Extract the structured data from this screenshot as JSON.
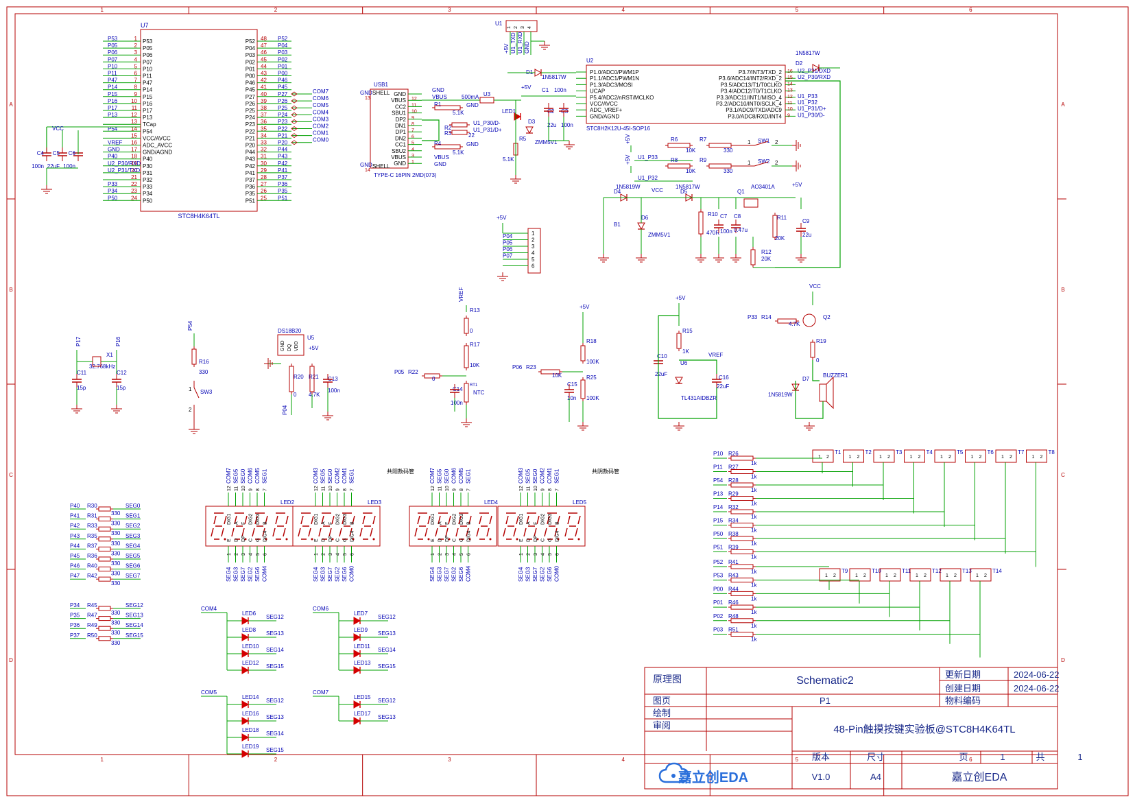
{
  "colors": {
    "frame": "#b40000",
    "wire": "#00a000",
    "label": "#0000b4",
    "part": "#000000",
    "tb_text": "#1a2a8a",
    "logo": "#2a6fdb"
  },
  "frame": {
    "cols": [
      "1",
      "2",
      "3",
      "4",
      "5",
      "6"
    ],
    "rows": [
      "A",
      "B",
      "C",
      "D"
    ]
  },
  "title_block": {
    "type_label": "原理图",
    "title": "Schematic2",
    "update_label": "更新日期",
    "update_date": "2024-06-22",
    "create_label": "创建日期",
    "create_date": "2024-06-22",
    "page_label": "图页",
    "page_value": "P1",
    "material_label": "物料编码",
    "draw_label": "绘制",
    "review_label": "审阅",
    "project": "48-Pin触摸按键实验板@STC8H4K64TL",
    "version_label": "版本",
    "size_label": "尺寸",
    "page_of_label": "页",
    "page_no": "1",
    "total_label": "共",
    "total_no": "1",
    "version": "V1.0",
    "size": "A4",
    "company": "嘉立创EDA",
    "logo_text": "嘉立创EDA",
    "logo_icon": "cloud-logo-icon"
  },
  "u7": {
    "ref": "U7",
    "part": "STC8H4K64TL",
    "left_pins": [
      {
        "net": "P53",
        "num": "1",
        "name": "P53"
      },
      {
        "net": "P05",
        "num": "2",
        "name": "P05"
      },
      {
        "net": "P06",
        "num": "3",
        "name": "P06"
      },
      {
        "net": "P07",
        "num": "4",
        "name": "P07"
      },
      {
        "net": "P10",
        "num": "5",
        "name": "P10"
      },
      {
        "net": "P11",
        "num": "6",
        "name": "P11"
      },
      {
        "net": "P47",
        "num": "7",
        "name": "P47"
      },
      {
        "net": "P14",
        "num": "8",
        "name": "P14"
      },
      {
        "net": "P15",
        "num": "9",
        "name": "P15"
      },
      {
        "net": "P16",
        "num": "10",
        "name": "P16"
      },
      {
        "net": "P17",
        "num": "11",
        "name": "P17"
      },
      {
        "net": "P13",
        "num": "12",
        "name": "P13"
      },
      {
        "net": "",
        "num": "13",
        "name": "TCap"
      },
      {
        "net": "P54",
        "num": "14",
        "name": "P54"
      },
      {
        "net": "",
        "num": "15",
        "name": "VCC/AVCC"
      },
      {
        "net": "VREF",
        "num": "16",
        "name": "ADC_AVCC"
      },
      {
        "net": "GND",
        "num": "17",
        "name": "GND/AGND"
      },
      {
        "net": "P40",
        "num": "18",
        "name": "P40"
      },
      {
        "net": "U2_P30/RXD",
        "num": "19",
        "name": "P30"
      },
      {
        "net": "U2_P31/TXD",
        "num": "20",
        "name": "P31"
      },
      {
        "net": "",
        "num": "21",
        "name": "P32"
      },
      {
        "net": "P33",
        "num": "22",
        "name": "P33"
      },
      {
        "net": "P34",
        "num": "23",
        "name": "P34"
      },
      {
        "net": "P50",
        "num": "24",
        "name": "P50"
      }
    ],
    "right_pins": [
      {
        "net": "P52",
        "num": "48",
        "name": "P52"
      },
      {
        "net": "P04",
        "num": "47",
        "name": "P04"
      },
      {
        "net": "P03",
        "num": "46",
        "name": "P03"
      },
      {
        "net": "P02",
        "num": "45",
        "name": "P02"
      },
      {
        "net": "P01",
        "num": "44",
        "name": "P01"
      },
      {
        "net": "P00",
        "num": "43",
        "name": "P00"
      },
      {
        "net": "P46",
        "num": "42",
        "name": "P46"
      },
      {
        "net": "P45",
        "num": "41",
        "name": "P45"
      },
      {
        "net": "P27",
        "num": "40",
        "name": "P27"
      },
      {
        "net": "P26",
        "num": "39",
        "name": "P26"
      },
      {
        "net": "P25",
        "num": "38",
        "name": "P25"
      },
      {
        "net": "P24",
        "num": "37",
        "name": "P24"
      },
      {
        "net": "P23",
        "num": "36",
        "name": "P23"
      },
      {
        "net": "P22",
        "num": "35",
        "name": "P22"
      },
      {
        "net": "P21",
        "num": "34",
        "name": "P21"
      },
      {
        "net": "P20",
        "num": "33",
        "name": "P20"
      },
      {
        "net": "P44",
        "num": "32",
        "name": "P44"
      },
      {
        "net": "P43",
        "num": "31",
        "name": "P43"
      },
      {
        "net": "P42",
        "num": "30",
        "name": "P42"
      },
      {
        "net": "P41",
        "num": "29",
        "name": "P41"
      },
      {
        "net": "P37",
        "num": "28",
        "name": "P37"
      },
      {
        "net": "P36",
        "num": "27",
        "name": "P36"
      },
      {
        "net": "P35",
        "num": "26",
        "name": "P35"
      },
      {
        "net": "P51",
        "num": "25",
        "name": "P51"
      }
    ],
    "com_nets": [
      "COM7",
      "COM6",
      "COM5",
      "COM4",
      "COM3",
      "COM2",
      "COM1",
      "COM0"
    ],
    "caps": [
      {
        "ref": "C4",
        "val": "100n"
      },
      {
        "ref": "C5",
        "val": "22uF"
      },
      {
        "ref": "C6",
        "val": "100n"
      }
    ],
    "vcc": "VCC"
  },
  "usb": {
    "ref": "USB1",
    "part": "TYPE-C 16PIN 2MD(073)",
    "left_pins": [
      "SHELL",
      "GND",
      "SHELL"
    ],
    "left_nums": [
      "13",
      "14"
    ],
    "right_pins": [
      {
        "name": "GND",
        "num": ""
      },
      {
        "name": "VBUS",
        "num": "12"
      },
      {
        "name": "CC2",
        "num": "11"
      },
      {
        "name": "SBU1",
        "num": "10"
      },
      {
        "name": "DP2",
        "num": "9"
      },
      {
        "name": "DN1",
        "num": "8"
      },
      {
        "name": "DP1",
        "num": "7"
      },
      {
        "name": "DN2",
        "num": "6"
      },
      {
        "name": "CC1",
        "num": "5"
      },
      {
        "name": "SBU2",
        "num": "4"
      },
      {
        "name": "VBUS",
        "num": "3"
      },
      {
        "name": "GND",
        "num": "1"
      }
    ],
    "gnd_left": "GND",
    "nets": {
      "gnd": "GND",
      "vbus": "VBUS",
      "fuse": "500mA",
      "u3": "U3",
      "r1": "R1",
      "r1v": "5.1K",
      "r2": "R2",
      "r3": "R3",
      "r3v": "22",
      "u1p30": "U1_P30/D-",
      "u1p31": "U1_P31/D+",
      "r4": "R4",
      "r4v": "5.1K"
    }
  },
  "u1": {
    "ref": "U1",
    "pins": [
      "1",
      "2",
      "3",
      "4"
    ],
    "nets": [
      "+5V",
      "U1_TXD",
      "U1_RXD",
      "GND"
    ]
  },
  "u2": {
    "ref": "U2",
    "part": "STC8H2K12U-45I-SOP16",
    "left": [
      "P1.0/ADC0/PWM1P",
      "P1.1/ADC1/PWM1N",
      "P1.3/ADC3/MOSI",
      "UCAP",
      "P5.4/ADC2/nRST/MCLKO",
      "VCC/AVCC",
      "ADC_VREF+",
      "GND/AGND"
    ],
    "right": [
      "P3.7/INT3/TXD_2",
      "P3.6/ADC14/INT2/RXD_2",
      "P3.5/ADC13/T1/T0CLKO",
      "P3.4/ADC12/T0/T1CLKO",
      "P3.3/ADC11/INT1/MISO_4",
      "P3.2/ADC10/INT0/SCLK_4",
      "P3.1/ADC9/TXD/ADC9",
      "P3.0/ADC8/RXD/INT4"
    ],
    "right_nums": [
      "16",
      "15",
      "14",
      "13",
      "12",
      "11",
      "10",
      "9"
    ],
    "right_nets": [
      "U2_P31/DXD",
      "U2_P30/RXD",
      "",
      "",
      "U1_P33",
      "U1_P32",
      "U1_P31/D+",
      "U1_P30/D-"
    ],
    "d2": "D2",
    "d2v": "1N5817W",
    "d1": "D1",
    "d1v": "1N5817W",
    "c1": "C1",
    "c1v": "100n",
    "led1": "LED1",
    "d3": "D3",
    "d3v": "ZMM5V1",
    "r5": "R5",
    "r5v": "5.1K",
    "c2": "C2",
    "c2v": "22u",
    "c3": "C3",
    "c3v": "100n",
    "p5v": "+5V"
  },
  "switches": [
    {
      "rn": "R6",
      "rv": "10K",
      "rn2": "R7",
      "rv2": "330",
      "sw": "SW1",
      "net": "U1_P33",
      "p1": "1",
      "p2": "2",
      "vcc": "+5V"
    },
    {
      "rn": "R8",
      "rv": "10K",
      "rn2": "R9",
      "rv2": "330",
      "sw": "SW2",
      "net": "U1_P32",
      "p1": "1",
      "p2": "2",
      "vcc": "+5V"
    }
  ],
  "power": {
    "d4": "D4",
    "d4v": "1N5819W",
    "vcc": "VCC",
    "d5": "D5",
    "d5v": "1N5817W",
    "q1": "Q1",
    "q1v": "AO3401A",
    "p5v": "+5V",
    "b1": "B1",
    "d6": "D6",
    "d6v": "ZMM5V1",
    "r10": "R10",
    "r10v": "470R",
    "c7": "C7",
    "c7v": "100n",
    "c8": "C8",
    "c8v": "0.47u",
    "r11": "R11",
    "r11v": "20K",
    "c9": "C9",
    "c9v": "22u",
    "r12": "R12",
    "r12v": "20K"
  },
  "header": {
    "vcc": "+5V",
    "nets": [
      "P04",
      "P05",
      "P06",
      "P07"
    ],
    "pins": [
      "1",
      "2",
      "3",
      "4",
      "5",
      "6"
    ]
  },
  "crystal": {
    "x1": "X1",
    "val": "32.768kHz",
    "c11": "C11",
    "c11v": "15p",
    "c12": "C12",
    "c12v": "15p",
    "p17": "P17",
    "p16": "P16"
  },
  "sw3": {
    "net": "P54",
    "r16": "R16",
    "r16v": "330",
    "sw": "SW3",
    "p1": "1",
    "p2": "2"
  },
  "ds18b20": {
    "ref": "U5",
    "part": "DS18B20",
    "pins": [
      "GND",
      "DQ",
      "VDD"
    ],
    "p5v": "+5V",
    "r20": "R20",
    "r20v": "0",
    "r21": "R21",
    "r21v": "4.7K",
    "c13": "C13",
    "c13v": "100n",
    "net": "P04"
  },
  "ntc": {
    "vref": "VREF",
    "r13": "R13",
    "r13v": "0",
    "r17": "R17",
    "r17v": "10K",
    "net": "P05",
    "r22": "R22",
    "r22v": "0",
    "c14": "C14",
    "c14v": "100n",
    "rt": "RT1",
    "rtv": "NTC"
  },
  "adc": {
    "p5v": "+5V",
    "r18": "R18",
    "r18v": "100K",
    "net": "P06",
    "r23": "R23",
    "r23v": "10K",
    "c15": "C15",
    "c15v": "10n",
    "r25": "R25",
    "r25v": "100K"
  },
  "vref": {
    "p5v": "+5V",
    "r15": "R15",
    "r15v": "1K",
    "c10": "C10",
    "c10v": "22uF",
    "u6": "U6",
    "u6v": "TL431AIDBZR",
    "vref": "VREF",
    "c16": "C16",
    "c16v": "22uF"
  },
  "buzzer": {
    "vcc": "VCC",
    "net": "P33",
    "r14": "R14",
    "r14v": "4.7K",
    "q2": "Q2",
    "r19": "R19",
    "r19v": "0",
    "d7": "D7",
    "d7v": "1N5819W",
    "bz": "BUZZER1"
  },
  "touch": {
    "rows": [
      {
        "net": "P10",
        "r": "R26",
        "v": "1k"
      },
      {
        "net": "P11",
        "r": "R27",
        "v": "1k"
      },
      {
        "net": "P54",
        "r": "R28",
        "v": "1k"
      },
      {
        "net": "P13",
        "r": "R29",
        "v": "1k"
      },
      {
        "net": "P14",
        "r": "R32",
        "v": "1k"
      },
      {
        "net": "P15",
        "r": "R34",
        "v": "1k"
      },
      {
        "net": "P50",
        "r": "R38",
        "v": "1k"
      },
      {
        "net": "P51",
        "r": "R39",
        "v": "1k"
      },
      {
        "net": "P52",
        "r": "R41",
        "v": "1k"
      },
      {
        "net": "P53",
        "r": "R43",
        "v": "1k"
      },
      {
        "net": "P00",
        "r": "R44",
        "v": "1k"
      },
      {
        "net": "P01",
        "r": "R46",
        "v": "1k"
      },
      {
        "net": "P02",
        "r": "R48",
        "v": "1k"
      },
      {
        "net": "P03",
        "r": "R51",
        "v": "1k"
      }
    ],
    "pads_top": [
      "T1",
      "T2",
      "T3",
      "T4",
      "T5",
      "T6",
      "T7",
      "T8"
    ],
    "pads_bottom": [
      "T9",
      "T10",
      "T11",
      "T12",
      "T13",
      "T14"
    ],
    "pad_pins": [
      "1",
      "2"
    ]
  },
  "seg_res": {
    "rows": [
      {
        "net": "P40",
        "r": "R30",
        "v": "330",
        "seg": "SEG0"
      },
      {
        "net": "P41",
        "r": "R31",
        "v": "330",
        "seg": "SEG1"
      },
      {
        "net": "P42",
        "r": "R33",
        "v": "330",
        "seg": "SEG2"
      },
      {
        "net": "P43",
        "r": "R35",
        "v": "330",
        "seg": "SEG3"
      },
      {
        "net": "P44",
        "r": "R37",
        "v": "330",
        "seg": "SEG4"
      },
      {
        "net": "P45",
        "r": "R36",
        "v": "330",
        "seg": "SEG5"
      },
      {
        "net": "P46",
        "r": "R40",
        "v": "330",
        "seg": "SEG6"
      },
      {
        "net": "P47",
        "r": "R42",
        "v": "330",
        "seg": "SEG7"
      }
    ],
    "rows2": [
      {
        "net": "P34",
        "r": "R45",
        "v": "330",
        "seg": "SEG12"
      },
      {
        "net": "P35",
        "r": "R47",
        "v": "330",
        "seg": "SEG13"
      },
      {
        "net": "P36",
        "r": "R49",
        "v": "330",
        "seg": "SEG14"
      },
      {
        "net": "P37",
        "r": "R50",
        "v": "330",
        "seg": "SEG15"
      }
    ]
  },
  "displays": [
    {
      "ref": "LED2",
      "note": "",
      "top": [
        "COM7",
        "SEG5",
        "SEG0",
        "COM6",
        "COM5",
        "SEG1"
      ],
      "bot": [
        "SEG4",
        "SEG3",
        "SEG7",
        "SEG2",
        "SEG6",
        "COM4"
      ]
    },
    {
      "ref": "LED3",
      "note": "共阳数码管",
      "top": [
        "COM3",
        "SEG5",
        "SEG0",
        "COM2",
        "COM1",
        "SEG1"
      ],
      "bot": [
        "SEG4",
        "SEG3",
        "SEG7",
        "SEG2",
        "SEG6",
        "COM0"
      ]
    },
    {
      "ref": "LED4",
      "note": "",
      "top": [
        "COM7",
        "SEG5",
        "SEG0",
        "COM6",
        "COM5",
        "SEG1"
      ],
      "bot": [
        "SEG4",
        "SEG3",
        "SEG7",
        "SEG2",
        "SEG6",
        "COM4"
      ]
    },
    {
      "ref": "LED5",
      "note": "共阴数码管",
      "top": [
        "COM3",
        "SEG5",
        "SEG0",
        "COM2",
        "COM1",
        "SEG1"
      ],
      "bot": [
        "SEG4",
        "SEG3",
        "SEG7",
        "SEG2",
        "SEG6",
        "COM0"
      ]
    }
  ],
  "disp_pins": {
    "top_nums": [
      "12",
      "11",
      "10",
      "9",
      "8",
      "7"
    ],
    "bot_nums": [
      "1",
      "2",
      "3",
      "4",
      "5",
      "6"
    ],
    "top_names": [
      "DIG1",
      "A",
      "F",
      "DIG2",
      "DIG3",
      "B"
    ],
    "bot_names": [
      "E",
      "D",
      "DP",
      "C",
      "G",
      "DIG4"
    ]
  },
  "led_groups": [
    {
      "com": "COM4",
      "leds": [
        {
          "r": "LED6",
          "s": "SEG12"
        },
        {
          "r": "LED8",
          "s": "SEG13"
        },
        {
          "r": "LED10",
          "s": "SEG14"
        },
        {
          "r": "LED12",
          "s": "SEG15"
        }
      ]
    },
    {
      "com": "COM6",
      "leds": [
        {
          "r": "LED7",
          "s": "SEG12"
        },
        {
          "r": "LED9",
          "s": "SEG13"
        },
        {
          "r": "LED11",
          "s": "SEG14"
        },
        {
          "r": "LED13",
          "s": "SEG15"
        }
      ]
    },
    {
      "com": "COM5",
      "leds": [
        {
          "r": "LED14",
          "s": "SEG12"
        },
        {
          "r": "LED16",
          "s": "SEG13"
        },
        {
          "r": "LED18",
          "s": "SEG14"
        },
        {
          "r": "LED19",
          "s": "SEG15"
        }
      ]
    },
    {
      "com": "COM7",
      "leds": [
        {
          "r": "LED15",
          "s": "SEG12"
        },
        {
          "r": "LED17",
          "s": "SEG13"
        }
      ]
    }
  ]
}
